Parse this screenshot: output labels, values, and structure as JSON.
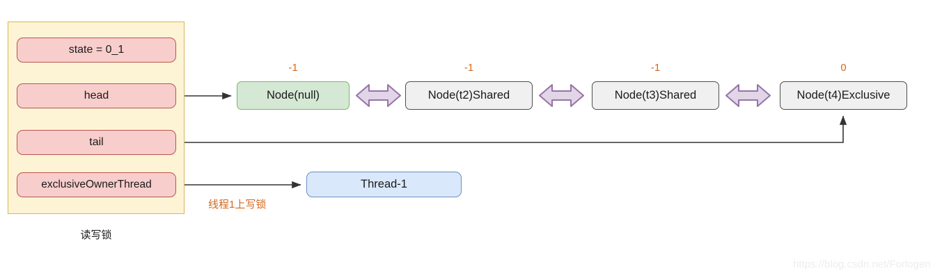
{
  "diagram": {
    "caption": "读写锁",
    "annotation": "线程1上写锁",
    "watermark": "https://blog.csdn.net/Forlogen",
    "colors": {
      "container_fill": "#fdf4d5",
      "container_stroke": "#d6b656",
      "field_fill": "#f8cecc",
      "field_stroke": "#b85450",
      "node_fill": "#f0f0f0",
      "node_stroke": "#4d4d4d",
      "head_node_fill": "#d5e8d4",
      "head_node_stroke": "#82b366",
      "thread_fill": "#dae8fc",
      "thread_stroke": "#6c8ebf",
      "arrow_fill": "#e1d5e7",
      "arrow_stroke": "#9673a6",
      "label_color": "#d2691e",
      "line_color": "#333333"
    }
  },
  "lock": {
    "fields": [
      {
        "name": "state",
        "label": "state = 0_1"
      },
      {
        "name": "head",
        "label": "head"
      },
      {
        "name": "tail",
        "label": "tail"
      },
      {
        "name": "exclusiveOwnerThread",
        "label": "exclusiveOwnerThread"
      }
    ]
  },
  "queue": {
    "nodes": [
      {
        "label": "Node(null)",
        "wait_status": "-1",
        "kind": "head"
      },
      {
        "label": "Node(t2)Shared",
        "wait_status": "-1",
        "kind": "shared"
      },
      {
        "label": "Node(t3)Shared",
        "wait_status": "-1",
        "kind": "shared"
      },
      {
        "label": "Node(t4)Exclusive",
        "wait_status": "0",
        "kind": "exclusive"
      }
    ]
  },
  "thread": {
    "label": "Thread-1"
  }
}
